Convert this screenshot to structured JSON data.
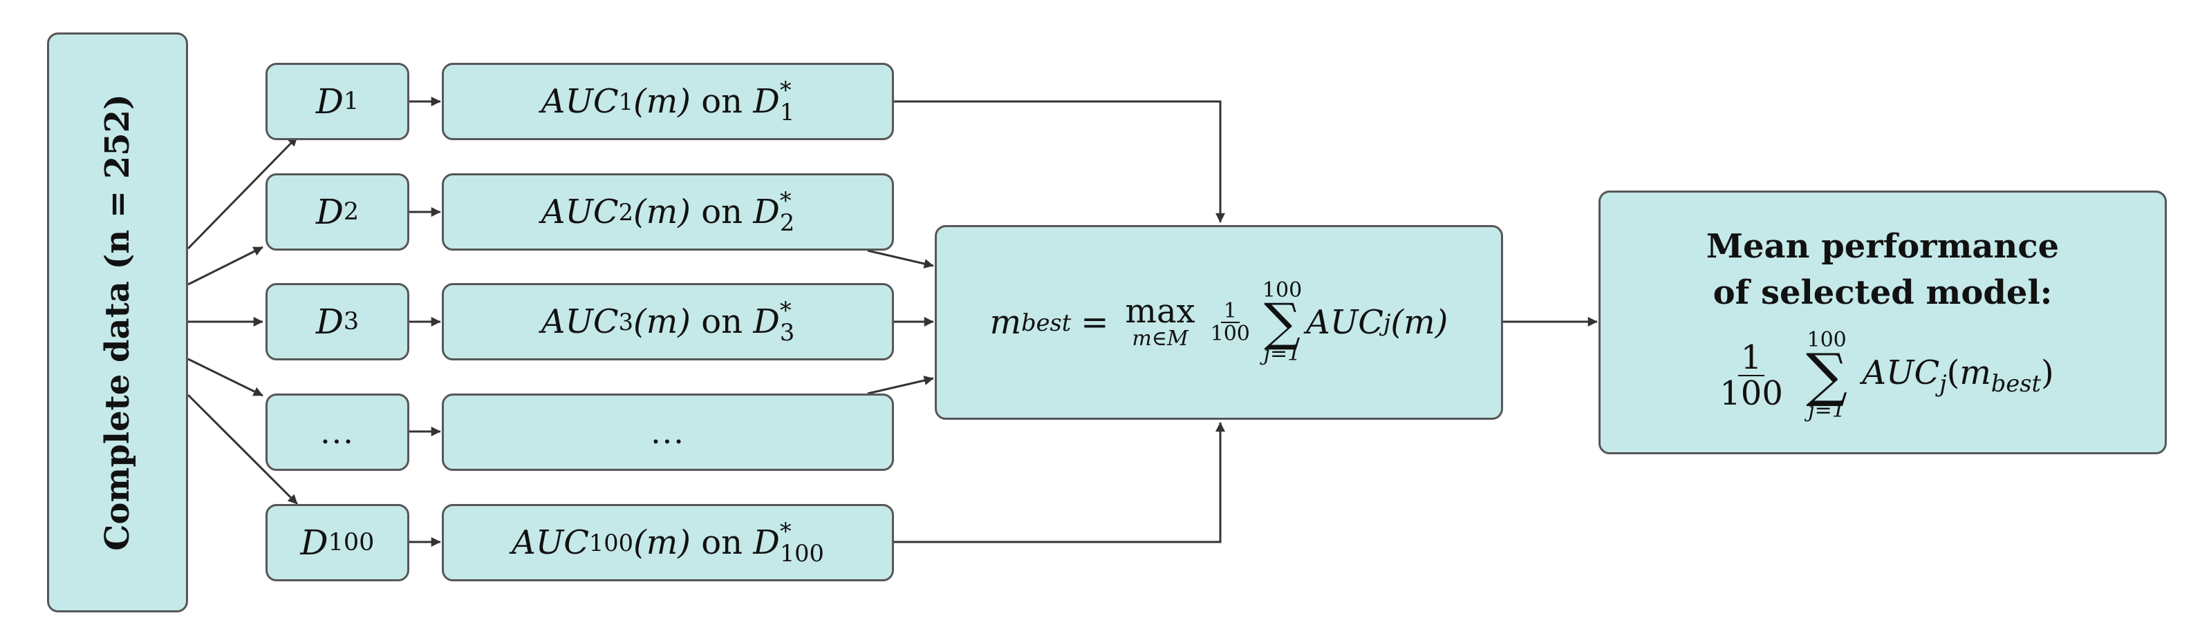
{
  "complete_data": {
    "label": "Complete data (n = 252)"
  },
  "datasets": [
    {
      "sym": "D",
      "sub": "1"
    },
    {
      "sym": "D",
      "sub": "2"
    },
    {
      "sym": "D",
      "sub": "3"
    },
    {
      "dots": "..."
    },
    {
      "sym": "D",
      "sub": "100"
    }
  ],
  "auc_rows": [
    {
      "auc": "AUC",
      "sub": "1",
      "arg": "(m)",
      "on": "on",
      "d": "D",
      "dsup": "*",
      "dsub": "1"
    },
    {
      "auc": "AUC",
      "sub": "2",
      "arg": "(m)",
      "on": "on",
      "d": "D",
      "dsup": "*",
      "dsub": "2"
    },
    {
      "auc": "AUC",
      "sub": "3",
      "arg": "(m)",
      "on": "on",
      "d": "D",
      "dsup": "*",
      "dsub": "3"
    },
    {
      "dots": "..."
    },
    {
      "auc": "AUC",
      "sub": "100",
      "arg": "(m)",
      "on": "on",
      "d": "D",
      "dsup": "*",
      "dsub": "100"
    }
  ],
  "selection": {
    "m": "m",
    "m_sub": "best",
    "eq": "=",
    "op": "max",
    "op_sub": "m∈M",
    "frac_num": "1",
    "frac_den": "100",
    "sum_sym": "∑",
    "sum_top": "100",
    "sum_bot": "j=1",
    "term": "AUC",
    "term_sub": "j",
    "term_arg": "(m)"
  },
  "result": {
    "title_line1": "Mean performance",
    "title_line2": "of selected model:",
    "frac_num": "1",
    "frac_den": "100",
    "sum_sym": "∑",
    "sum_top": "100",
    "sum_bot": "j=1",
    "term": "AUC",
    "term_sub": "j",
    "term_open": "(",
    "term_m": "m",
    "term_msub": "best",
    "term_close": ")"
  }
}
